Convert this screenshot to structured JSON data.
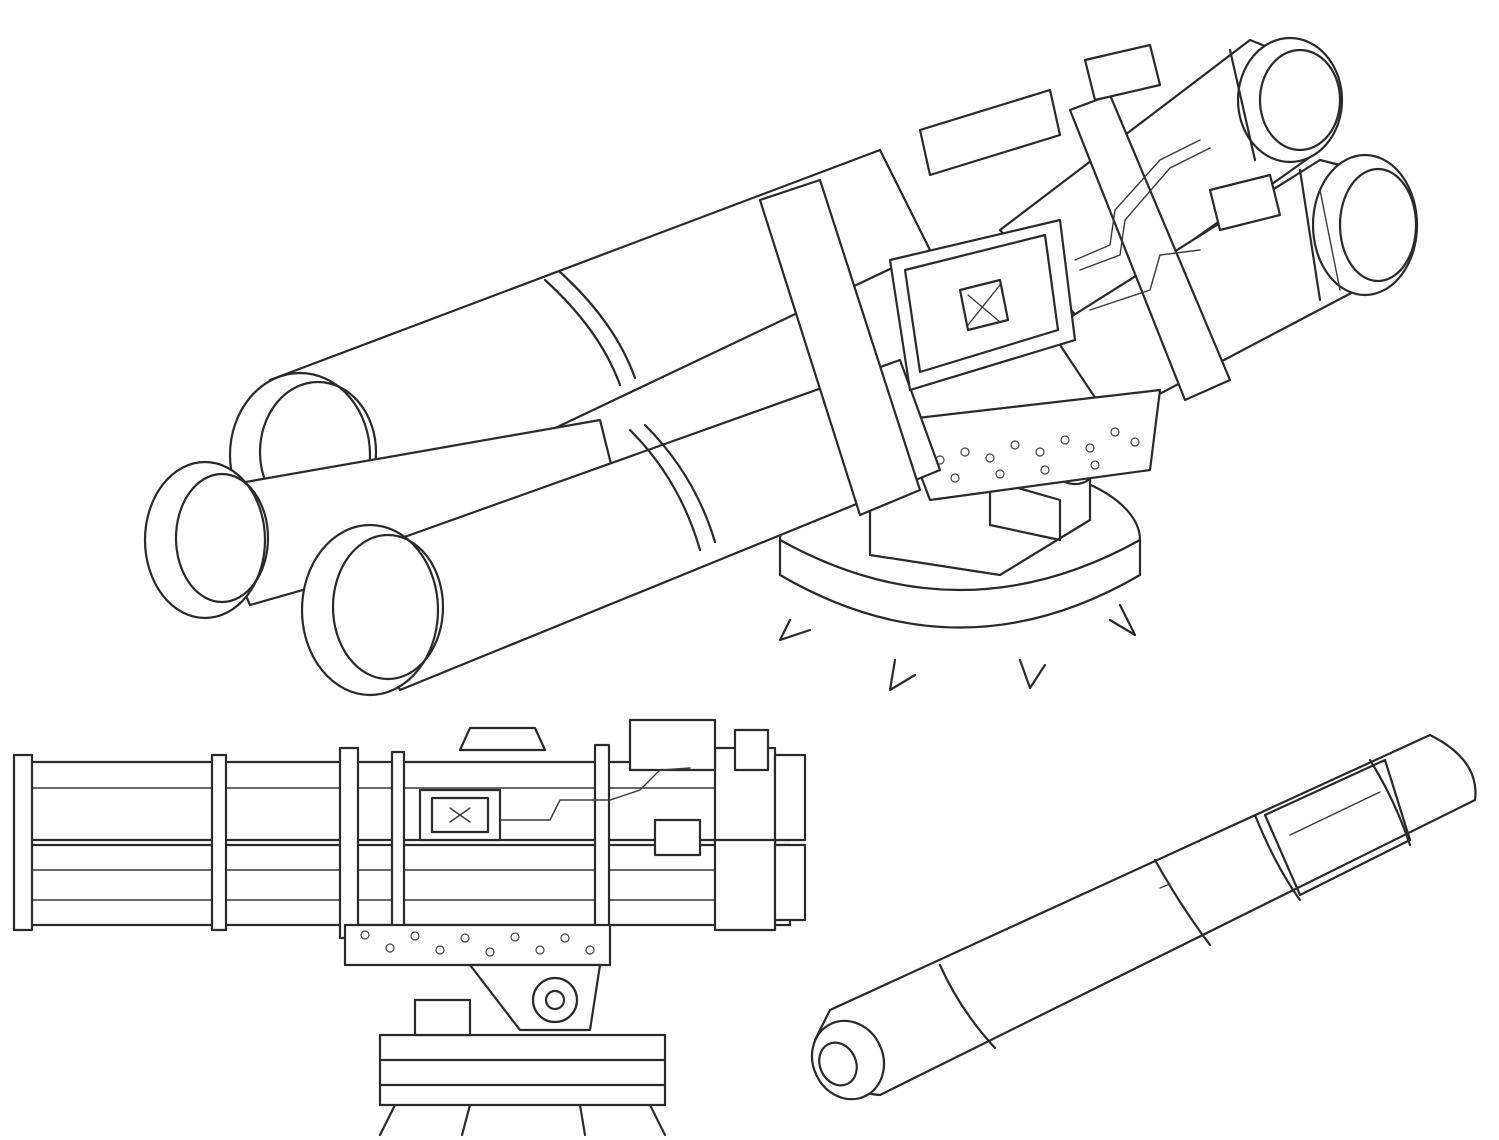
{
  "sheet": {
    "background": "#ffffff",
    "line_color": "#2a2a2a"
  },
  "drawings": [
    {
      "name": "launcher-perspective-view",
      "depicts": "quad-tube-launcher-icon"
    },
    {
      "name": "launcher-side-view",
      "depicts": "launcher-elevation-icon"
    },
    {
      "name": "missile-round-view",
      "depicts": "missile-icon"
    }
  ]
}
